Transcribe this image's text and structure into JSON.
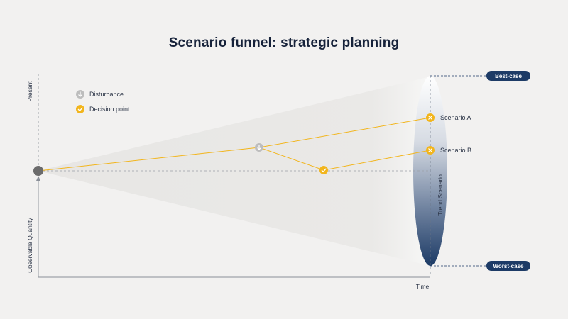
{
  "title": "Scenario funnel: strategic planning",
  "axes": {
    "y_top_label": "Present",
    "y_bottom_label": "Observable Quantity",
    "x_label": "Time"
  },
  "legend": [
    {
      "label": "Disturbance",
      "icon": "down-arrow-icon",
      "color": "#bdbdbd"
    },
    {
      "label": "Decision point",
      "icon": "check-icon",
      "color": "#f2b51c"
    }
  ],
  "scenarios": [
    {
      "label": "Scenario A",
      "icon": "x-icon"
    },
    {
      "label": "Scenario B",
      "icon": "x-icon"
    }
  ],
  "trend_label": "Trend Scenario",
  "pills": {
    "best": "Best-case",
    "worst": "Worst-case"
  },
  "colors": {
    "navy": "#1d3b66",
    "accent": "#f2b51c",
    "disturbance": "#bdbdbd",
    "start_node": "#6b6b6b"
  }
}
